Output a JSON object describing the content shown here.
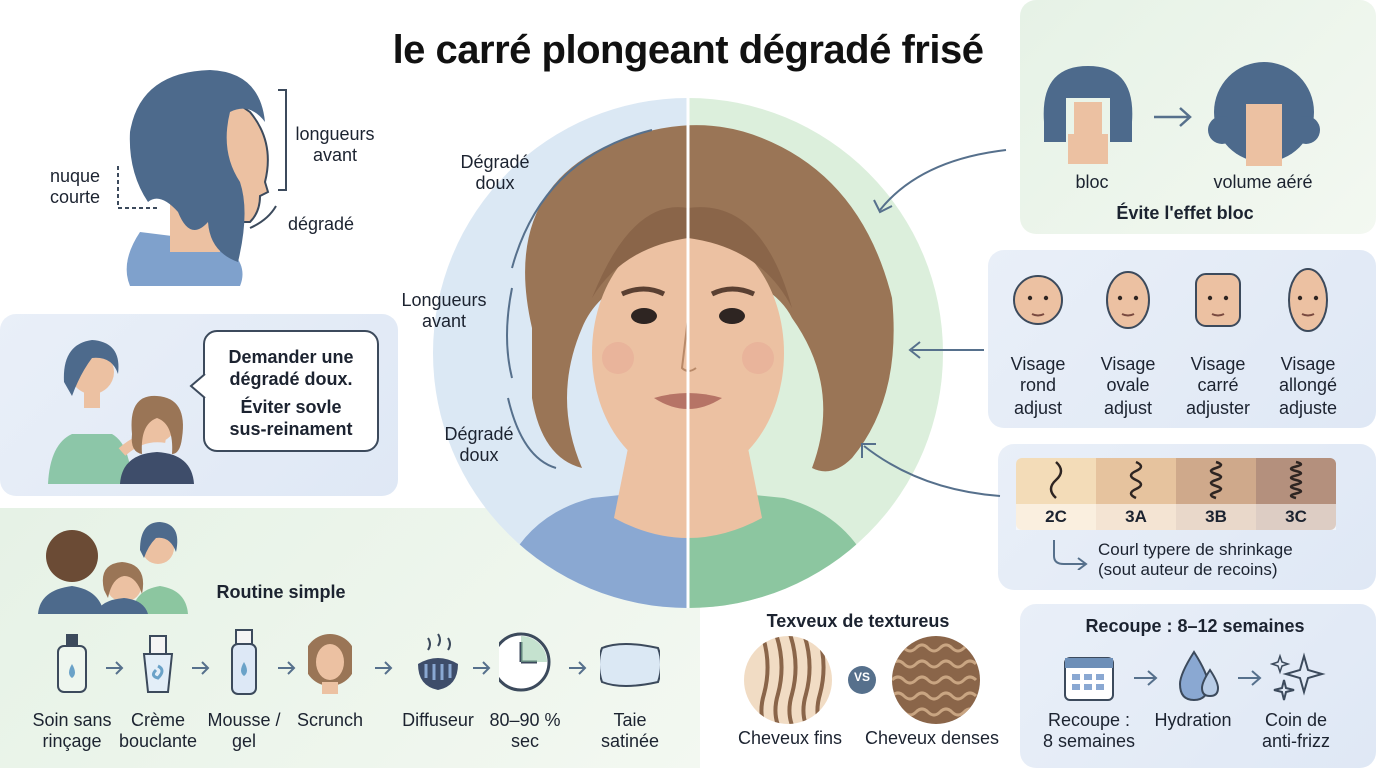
{
  "title": "le carré plongeant dégradé frisé",
  "profile": {
    "nuque": "nuque\ncourte",
    "longueurs": "longueurs\navant",
    "degrade": "dégradé"
  },
  "center": {
    "degrade_top": "Dégradé\ndoux",
    "longueurs": "Longueurs\navant",
    "degrade_bottom": "Dégradé\ndoux"
  },
  "consult": {
    "line1": "Demander une\ndégradé doux.",
    "line2": "Éviter sovle\nsus-reinament"
  },
  "routine": {
    "title": "Routine simple",
    "steps": [
      {
        "label": "Soin sans\nrinçage",
        "icon": "leave-in-bottle-icon"
      },
      {
        "label": "Crème\nbouclante",
        "icon": "curl-cream-icon"
      },
      {
        "label": "Mousse /\ngel",
        "icon": "mousse-can-icon"
      },
      {
        "label": "Scrunch",
        "icon": "scrunch-curls-icon"
      },
      {
        "label": "Diffuseur",
        "icon": "diffuser-icon"
      },
      {
        "label": "80–90 %\nsec",
        "icon": "clock-icon"
      },
      {
        "label": "Taie\nsatinée",
        "icon": "pillow-icon"
      }
    ]
  },
  "texture": {
    "title": "Texveux de textureus",
    "vs": "VS",
    "fine": "Cheveux fins",
    "dense": "Cheveux denses"
  },
  "bloc": {
    "before": "bloc",
    "after": "volume aéré",
    "caption": "Évite l'effet bloc"
  },
  "faces": [
    {
      "label": "Visage\nrond",
      "sub": "adjust"
    },
    {
      "label": "Visage\novale",
      "sub": "adjust"
    },
    {
      "label": "Visage\ncarré",
      "sub": "adjuster"
    },
    {
      "label": "Visage\nallongé",
      "sub": "adjuste"
    }
  ],
  "curls": {
    "types": [
      "2C",
      "3A",
      "3B",
      "3C"
    ],
    "colors": [
      "#f3dcb8",
      "#e6c39e",
      "#cfa98b",
      "#b4907d"
    ],
    "caption": "Courl typere de shrinkage\n(sout auteur de recoins)"
  },
  "recoupe": {
    "title": "Recoupe : 8–12 semaines",
    "items": [
      {
        "label": "Recoupe :\n8 semaines",
        "icon": "calendar-icon"
      },
      {
        "label": "Hydration",
        "icon": "water-drop-icon"
      },
      {
        "label": "Coin de\nanti-frizz",
        "icon": "sparkle-icon"
      }
    ]
  },
  "colors": {
    "hair_blue": "#4d6a8c",
    "hair_brown": "#9a7556",
    "skin": "#ecc1a2",
    "bg_blue": "#dbe8f4",
    "bg_green": "#dcefdc"
  }
}
